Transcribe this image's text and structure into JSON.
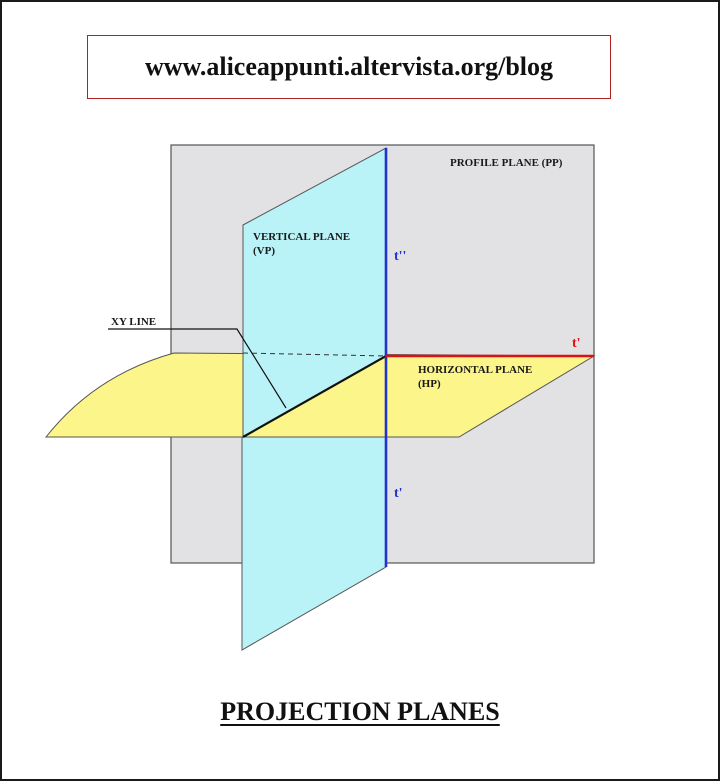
{
  "header": {
    "url": "www.aliceappunti.altervista.org/blog"
  },
  "diagram": {
    "profile_plane": "PROFILE PLANE (PP)",
    "vertical_plane_line1": "VERTICAL PLANE",
    "vertical_plane_line2": "(VP)",
    "horizontal_plane_line1": "HORIZONTAL PLANE",
    "horizontal_plane_line2": "(HP)",
    "xy_line": "XY LINE",
    "trace_vp": "t''",
    "trace_hp": "t'",
    "trace_pp": "t'"
  },
  "colors": {
    "profile_plane": "#e2e2e4",
    "vertical_plane": "#b9f3f8",
    "horizontal_plane": "#fbf58a",
    "trace_blue": "#2233cc",
    "trace_red": "#dd1111"
  },
  "caption": "PROJECTION PLANES"
}
